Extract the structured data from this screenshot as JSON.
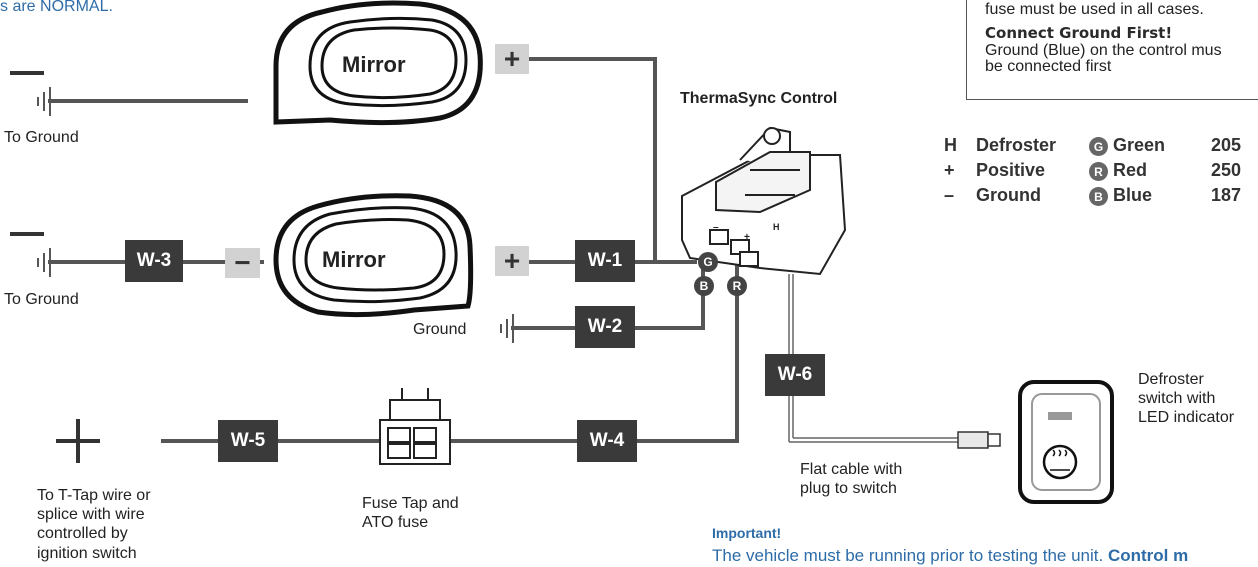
{
  "top_text": "s are NORMAL.",
  "notice": {
    "fuse_text": "fuse must be used in all cases.",
    "heading": "Connect Ground First!",
    "body_line1": "Ground (Blue) on the control mus",
    "body_line2": "be connected first"
  },
  "control": {
    "title": "ThermaSync Control",
    "h_label": "H",
    "minus_label": "–",
    "plus_label": "+"
  },
  "mirrors": [
    {
      "label": "Mirror"
    },
    {
      "label": "Mirror"
    }
  ],
  "ground_labels": [
    "To Ground",
    "To Ground"
  ],
  "wires": {
    "w1": "W-1",
    "w2": "W-2",
    "w3": "W-3",
    "w4": "W-4",
    "w5": "W-5",
    "w6": "W-6"
  },
  "signs": {
    "mirror1_plus": "+",
    "mirror2_plus": "+",
    "mirror2_minus": "−"
  },
  "connector_letters": {
    "g": "G",
    "b": "B",
    "r": "R"
  },
  "ground_text": "Ground",
  "plus_source": {
    "symbol": "+",
    "line1": "To T-Tap wire or",
    "line2": "splice with wire",
    "line3": "controlled by",
    "line4": "ignition switch"
  },
  "fuse": {
    "line1": "Fuse Tap and",
    "line2": "ATO fuse"
  },
  "flat_cable": {
    "line1": "Flat cable with",
    "line2": "plug to switch"
  },
  "defroster_switch": {
    "line1": "Defroster",
    "line2": "switch with",
    "line3": "LED indicator"
  },
  "legend": [
    {
      "key": "H",
      "name": "Defroster",
      "letter": "G",
      "color_name": "Green",
      "code": "205"
    },
    {
      "key": "+",
      "name": "Positive",
      "letter": "R",
      "color_name": "Red",
      "code": "250"
    },
    {
      "key": "–",
      "name": "Ground",
      "letter": "B",
      "color_name": "Blue",
      "code": "187"
    }
  ],
  "important": {
    "heading": "Important!",
    "text": "The vehicle must be running prior to testing the unit. ",
    "bold": "Control m"
  },
  "colors": {
    "wire": "#555555",
    "label_bg": "#3a3a3a",
    "sign_bg": "#d2d2d2",
    "info_blue": "#2e6ca8"
  }
}
